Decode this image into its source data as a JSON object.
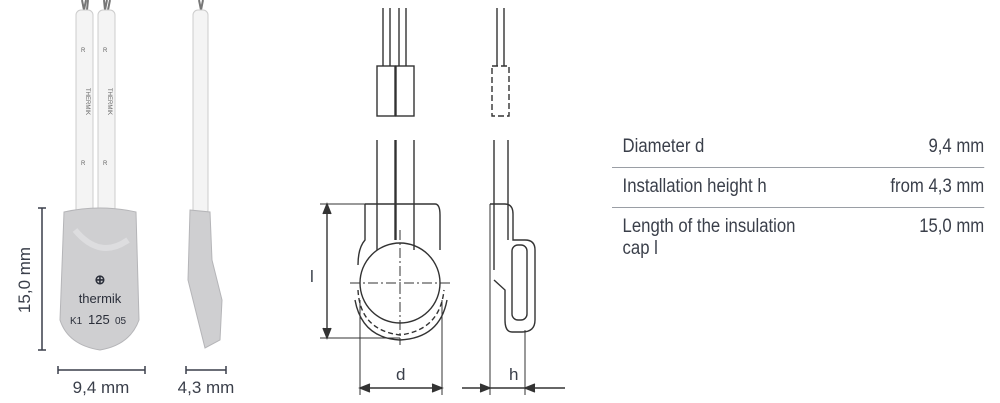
{
  "photo": {
    "wire_marking_r": "R",
    "wire_marking_brand": "THERMIK",
    "cap_brand": "thermik",
    "cap_code_prefix": "K1",
    "cap_code_main": "125",
    "cap_code_suffix": "05",
    "dim_length": "15,0 mm",
    "dim_width": "9,4 mm",
    "dim_height": "4,3 mm"
  },
  "drawing": {
    "label_l": "l",
    "label_d": "d",
    "label_h": "h"
  },
  "specs": [
    {
      "label": "Diameter d",
      "value": "9,4 mm"
    },
    {
      "label": "Installation height h",
      "value": "from 4,3 mm"
    },
    {
      "label": "Length of the insulation cap l",
      "value": "15,0 mm"
    }
  ]
}
